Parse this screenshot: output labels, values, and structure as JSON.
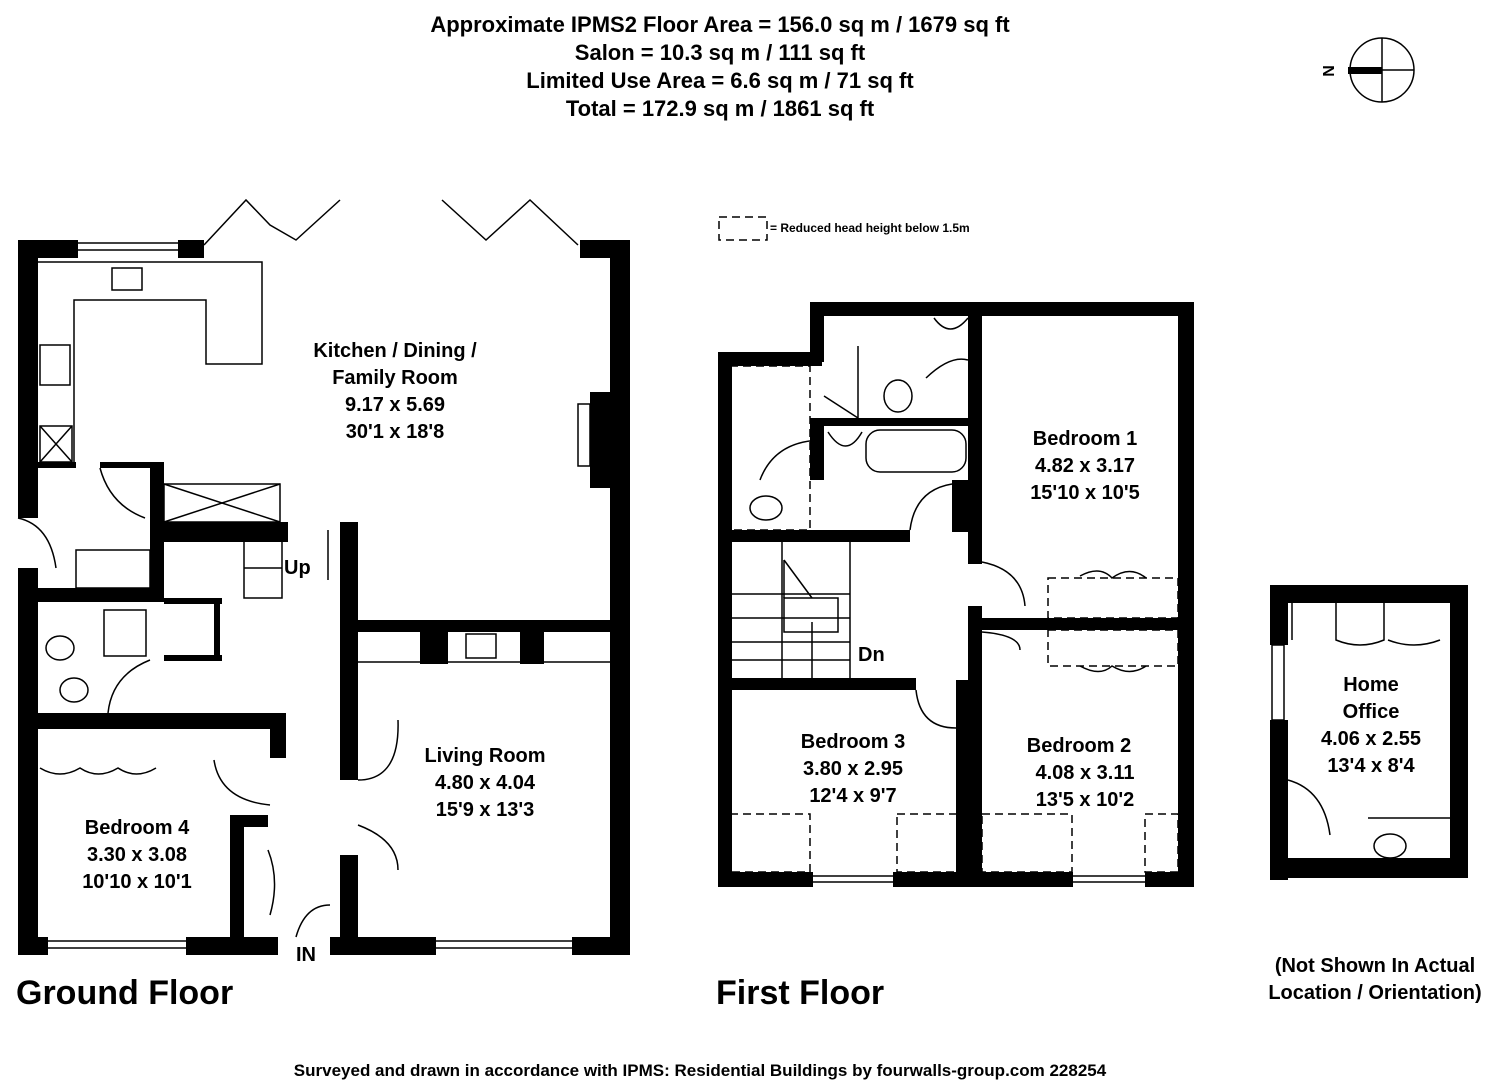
{
  "header": {
    "line1": "Approximate IPMS2 Floor Area = 156.0 sq m / 1679 sq ft",
    "line2": "Salon = 10.3 sq m / 111 sq ft",
    "line3": "Limited Use Area = 6.6 sq m / 71 sq ft",
    "line4": "Total = 172.9 sq m / 1861 sq ft"
  },
  "compass": {
    "label": "N"
  },
  "legend": {
    "reduced_height": "= Reduced head height below 1.5m"
  },
  "ground_floor": {
    "title": "Ground Floor",
    "kitchen": {
      "name1": "Kitchen / Dining /",
      "name2": "Family Room",
      "metric": "9.17 x 5.69",
      "imperial": "30'1 x 18'8"
    },
    "living": {
      "name": "Living Room",
      "metric": "4.80 x 4.04",
      "imperial": "15'9 x 13'3"
    },
    "bedroom4": {
      "name": "Bedroom 4",
      "metric": "3.30 x 3.08",
      "imperial": "10'10 x 10'1"
    },
    "up": "Up",
    "in": "IN"
  },
  "first_floor": {
    "title": "First Floor",
    "bedroom1": {
      "name": "Bedroom 1",
      "metric": "4.82 x 3.17",
      "imperial": "15'10 x 10'5"
    },
    "bedroom2": {
      "name": "Bedroom 2",
      "metric": "4.08 x 3.11",
      "imperial": "13'5 x 10'2"
    },
    "bedroom3": {
      "name": "Bedroom 3",
      "metric": "3.80 x 2.95",
      "imperial": "12'4 x 9'7"
    },
    "dn": "Dn"
  },
  "outbuilding": {
    "name1": "Home",
    "name2": "Office",
    "metric": "4.06 x 2.55",
    "imperial": "13'4 x 8'4",
    "note1": "(Not Shown In Actual",
    "note2": "Location / Orientation)"
  },
  "footer": "Surveyed and drawn in accordance with IPMS: Residential Buildings by fourwalls-group.com 228254"
}
